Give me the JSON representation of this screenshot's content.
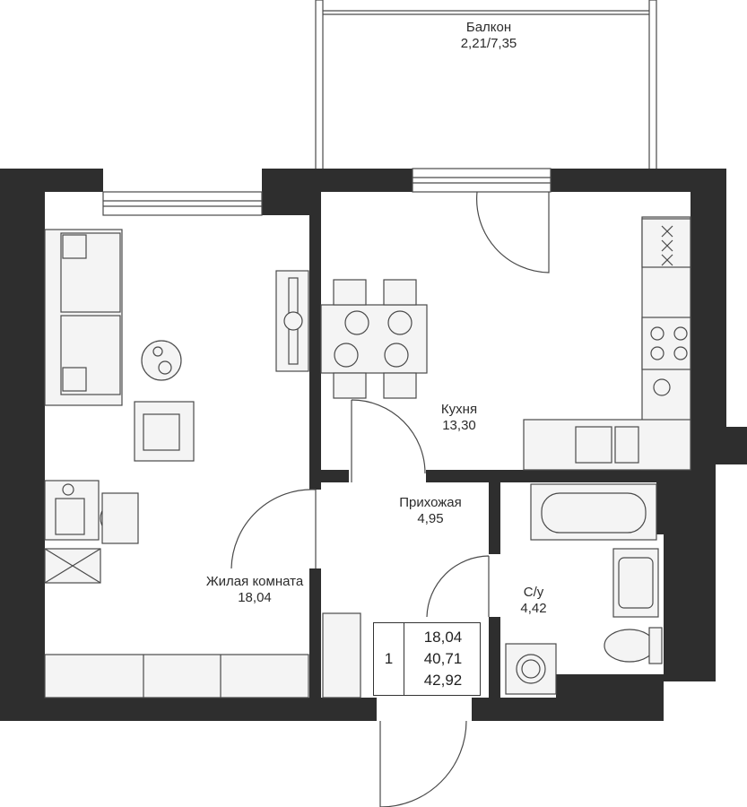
{
  "rooms": {
    "balcony": {
      "name": "Балкон",
      "area": "2,21/7,35"
    },
    "kitchen": {
      "name": "Кухня",
      "area": "13,30"
    },
    "hallway": {
      "name": "Прихожая",
      "area": "4,95"
    },
    "living": {
      "name": "Жилая комната",
      "area": "18,04"
    },
    "bathroom": {
      "name": "С/у",
      "area": "4,42"
    }
  },
  "summary": {
    "room_count": "1",
    "living_area": "18,04",
    "total_area": "40,71",
    "total_area_with_balcony": "42,92"
  },
  "colors": {
    "wall": "#2e2e2e",
    "line": "#4a4a4a",
    "furniture_fill": "#f4f4f4"
  }
}
